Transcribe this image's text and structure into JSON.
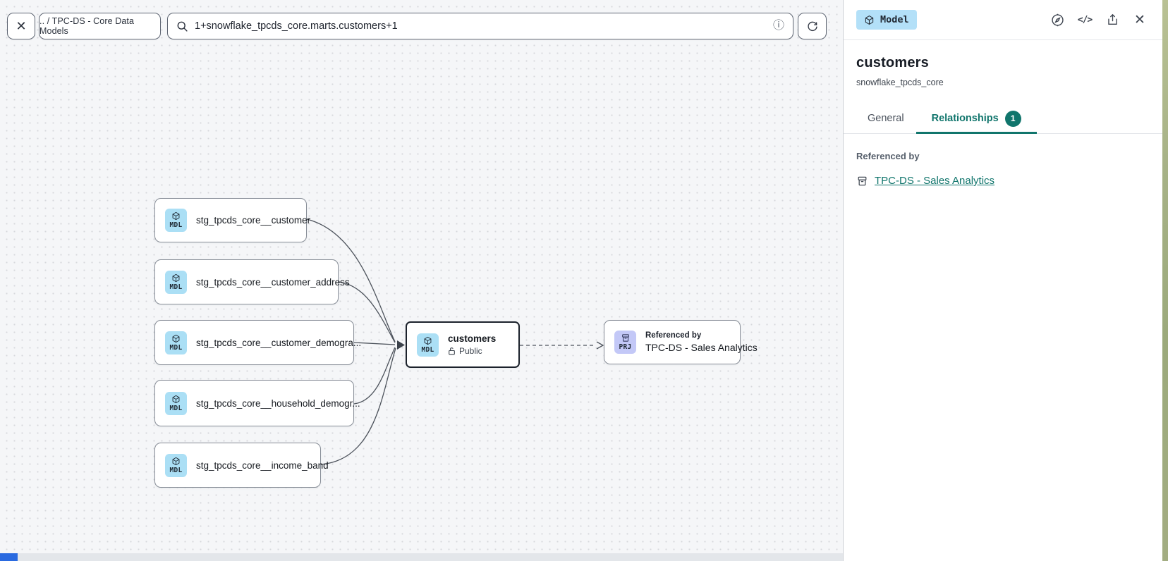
{
  "toolbar": {
    "close_glyph": "✕",
    "breadcrumb": ".. / TPC-DS - Core Data Models",
    "search_value": "1+snowflake_tpcds_core.marts.customers+1",
    "info_glyph": "ⓘ"
  },
  "canvas": {
    "nodes": [
      {
        "badge": "MDL",
        "label": "stg_tpcds_core__customer"
      },
      {
        "badge": "MDL",
        "label": "stg_tpcds_core__customer_address"
      },
      {
        "badge": "MDL",
        "label": "stg_tpcds_core__customer_demogra..."
      },
      {
        "badge": "MDL",
        "label": "stg_tpcds_core__household_demogr..."
      },
      {
        "badge": "MDL",
        "label": "stg_tpcds_core__income_band"
      },
      {
        "badge": "MDL",
        "label": "customers",
        "visibility": "Public"
      },
      {
        "badge": "PRJ",
        "kicker": "Referenced by",
        "label": "TPC-DS - Sales Analytics"
      }
    ]
  },
  "panel": {
    "type_badge": "Model",
    "code_icon_glyph": "</>",
    "close_glyph": "✕",
    "title": "customers",
    "subtitle": "snowflake_tpcds_core",
    "tabs": [
      {
        "label": "General"
      },
      {
        "label": "Relationships",
        "badge": "1"
      }
    ],
    "referenced_by_label": "Referenced by",
    "reference_link": "TPC-DS - Sales Analytics"
  },
  "icons": {
    "model_badge": "cube-icon",
    "project_badge": "archive-box-icon",
    "search": "magnifier-icon",
    "refresh": "circular-arrow-icon",
    "explore": "compass-icon",
    "share": "export-icon",
    "public": "unlocked-padlock-icon"
  },
  "colors": {
    "accent_teal": "#10756c",
    "model_badge_bg": "#abdff5",
    "project_badge_bg": "#c3c8f7",
    "type_badge_bg": "#b3e0f8",
    "canvas_bg": "#f5f6f8",
    "selected_node_border": "#1c222c",
    "statusbar_accent_blue": "#2a6ae0"
  }
}
